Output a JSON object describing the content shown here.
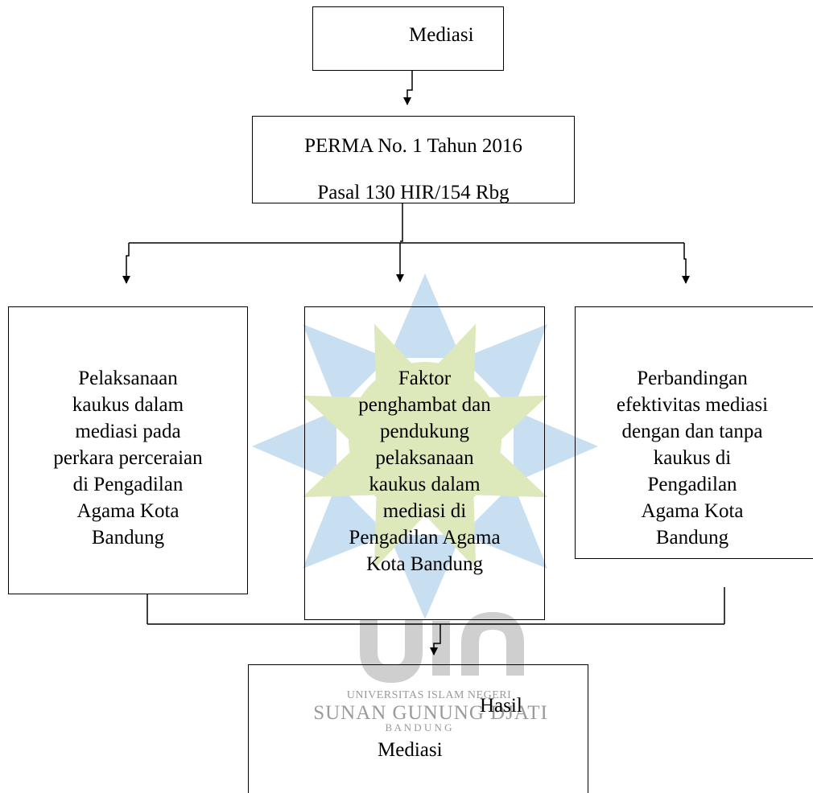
{
  "watermark": {
    "line1": "UNIVERSITAS ISLAM NEGERI",
    "line2": "SUNAN GUNUNG DJATI",
    "line3": "B A N D U N G",
    "colors": {
      "blue": "#c3dcf1",
      "green": "#dbe9b8",
      "grey": "#d0d0d0"
    }
  },
  "nodes": {
    "top": "Mediasi",
    "perma": {
      "line1": "PERMA No. 1 Tahun 2016",
      "line2": "Pasal 130 HIR/154 Rbg"
    },
    "left": [
      "Pelaksanaan",
      "kaukus dalam",
      "mediasi pada",
      "perkara perceraian",
      "di Pengadilan",
      "Agama Kota",
      "Bandung"
    ],
    "center": [
      "Faktor",
      "penghambat dan",
      "pendukung",
      "pelaksanaan",
      "kaukus dalam",
      "mediasi di",
      "Pengadilan Agama",
      "Kota Bandung"
    ],
    "right": [
      "Perbandingan",
      "efektivitas mediasi",
      "dengan dan tanpa",
      "kaukus di",
      "Pengadilan",
      "Agama Kota",
      "Bandung"
    ],
    "result": {
      "line1": "Hasil",
      "line2": "Mediasi"
    }
  }
}
